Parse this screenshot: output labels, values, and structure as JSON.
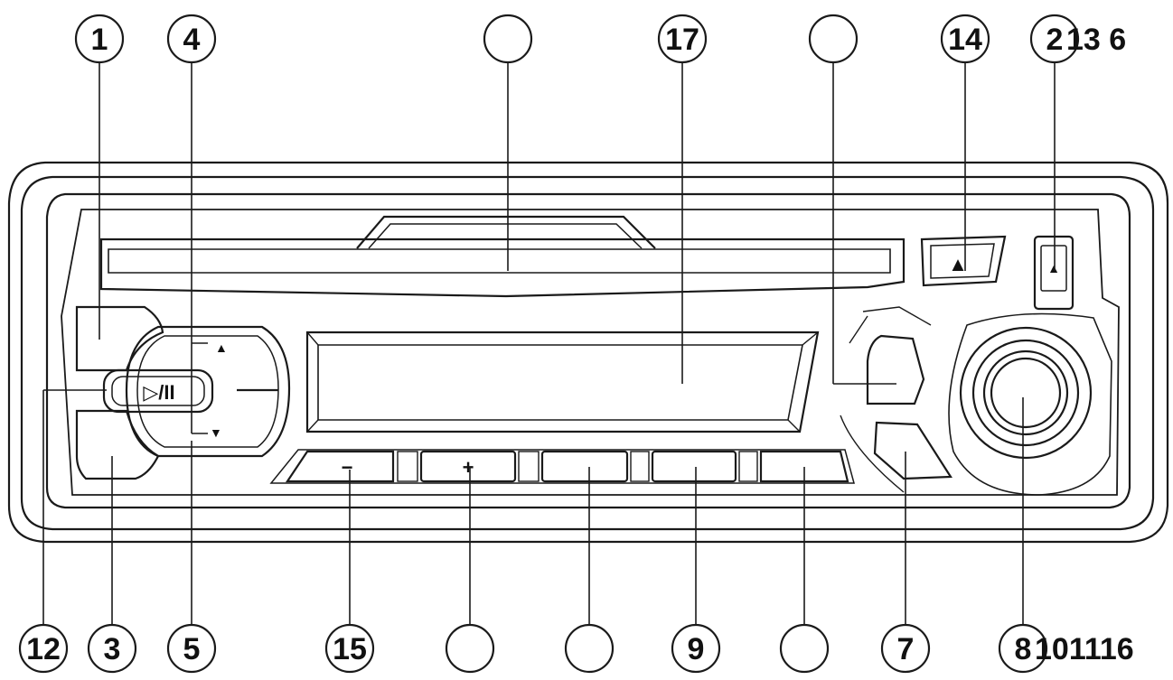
{
  "callouts_top": [
    {
      "id": "c1",
      "label": "1"
    },
    {
      "id": "c4",
      "label": "4"
    },
    {
      "id": "c-blank-a",
      "label": ""
    },
    {
      "id": "c17",
      "label": "17"
    },
    {
      "id": "c-blank-b",
      "label": ""
    },
    {
      "id": "c14",
      "label": "14"
    },
    {
      "id": "c2",
      "label": "2"
    }
  ],
  "callouts_bottom": [
    {
      "id": "c12",
      "label": "12"
    },
    {
      "id": "c3",
      "label": "3"
    },
    {
      "id": "c5",
      "label": "5"
    },
    {
      "id": "c15",
      "label": "15"
    },
    {
      "id": "c-blank-c",
      "label": ""
    },
    {
      "id": "c-blank-d",
      "label": ""
    },
    {
      "id": "c9",
      "label": "9"
    },
    {
      "id": "c-blank-e",
      "label": ""
    },
    {
      "id": "c7",
      "label": "7"
    },
    {
      "id": "c8",
      "label": "8"
    }
  ],
  "extra_text": {
    "top_right": "13 6",
    "bottom_right": "101116"
  },
  "button_glyphs": {
    "play_pause": "▷/II",
    "up_arrow": "▲",
    "down_arrow": "▼",
    "minus": "−",
    "plus": "+",
    "eject": "▲",
    "release": "▲"
  }
}
